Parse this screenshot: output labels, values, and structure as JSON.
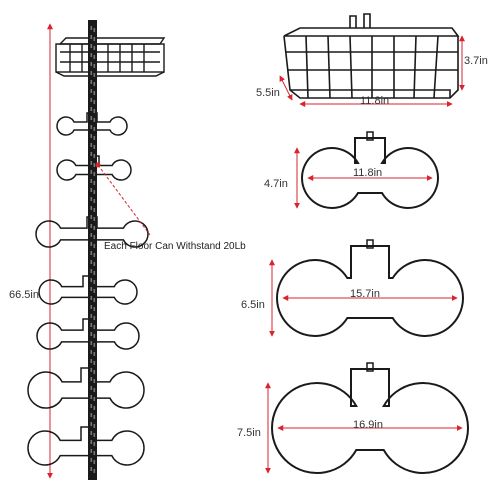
{
  "colors": {
    "rack": "#1a1a1a",
    "dimension_line": "#d9232e",
    "text": "#333333",
    "background": "#ffffff"
  },
  "rack_tower": {
    "height_label": "66.5in",
    "note": "Each Floor Can Withstand 20Lb"
  },
  "basket": {
    "depth_label": "5.5in",
    "width_label": "11.8in",
    "height_label": "3.7in"
  },
  "rings": [
    {
      "width_label": "11.8in",
      "height_label": "4.7in"
    },
    {
      "width_label": "15.7in",
      "height_label": "6.5in"
    },
    {
      "width_label": "16.9in",
      "height_label": "7.5in"
    }
  ]
}
